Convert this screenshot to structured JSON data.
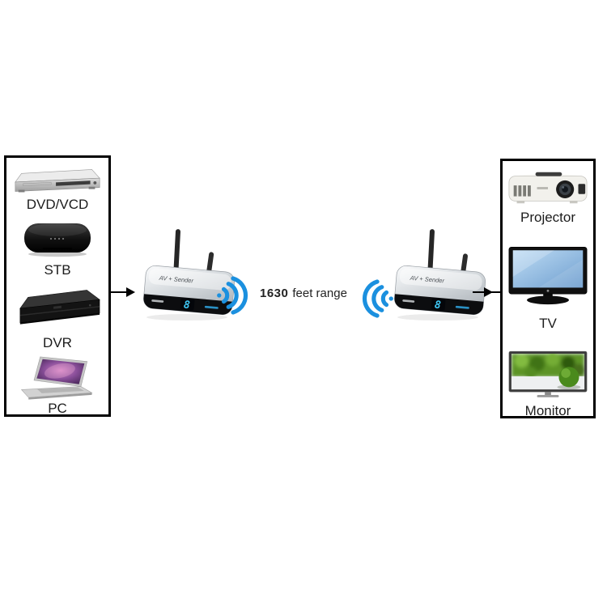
{
  "diagram": {
    "range_label": {
      "value": "1630",
      "unit": "feet range"
    },
    "sources": {
      "items": [
        {
          "label": "DVD/VCD",
          "icon": "dvd-player-icon"
        },
        {
          "label": "STB",
          "icon": "set-top-box-icon"
        },
        {
          "label": "DVR",
          "icon": "dvr-icon"
        },
        {
          "label": "PC",
          "icon": "laptop-icon"
        }
      ]
    },
    "displays": {
      "items": [
        {
          "label": "Projector",
          "icon": "projector-icon"
        },
        {
          "label": "TV",
          "icon": "tv-icon"
        },
        {
          "label": "Monitor",
          "icon": "monitor-icon"
        }
      ]
    },
    "transmitter": {
      "brand_label": "AV + Sender",
      "display_digit": "8"
    },
    "receiver": {
      "brand_label": "AV + Sender",
      "display_digit": "8"
    },
    "colors": {
      "wave_blue": "#1B90DF",
      "display_cyan": "#3FC8F5",
      "box_border": "#000000"
    }
  }
}
